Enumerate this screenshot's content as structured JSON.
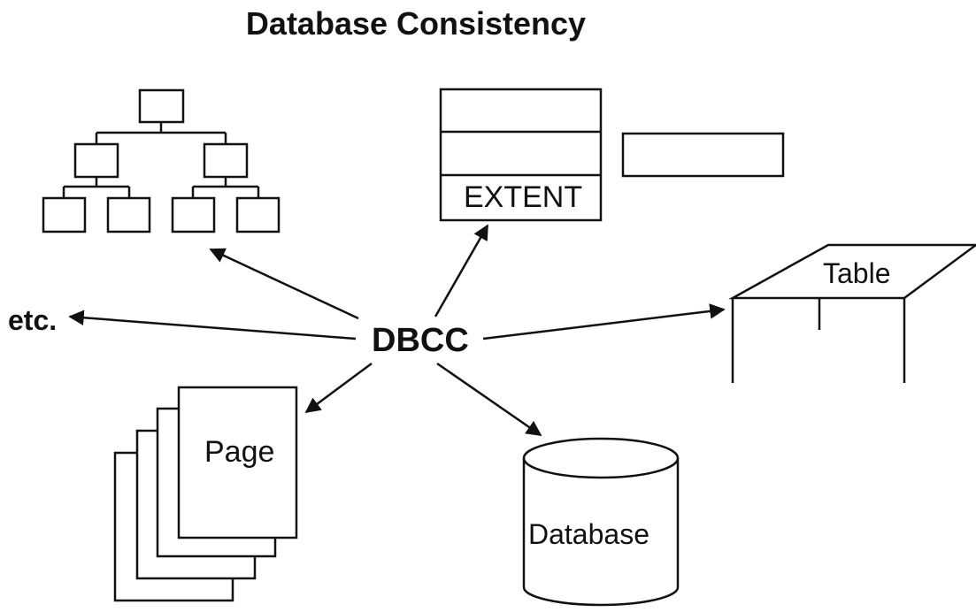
{
  "title": "Database Consistency",
  "center_label": "DBCC",
  "nodes": {
    "etc": "etc.",
    "extent": "EXTENT",
    "table": "Table",
    "page": "Page",
    "database": "Database"
  },
  "icons": [
    "tree-hierarchy-icon",
    "extent-stack-icon",
    "table-icon",
    "page-stack-icon",
    "database-cylinder-icon"
  ]
}
